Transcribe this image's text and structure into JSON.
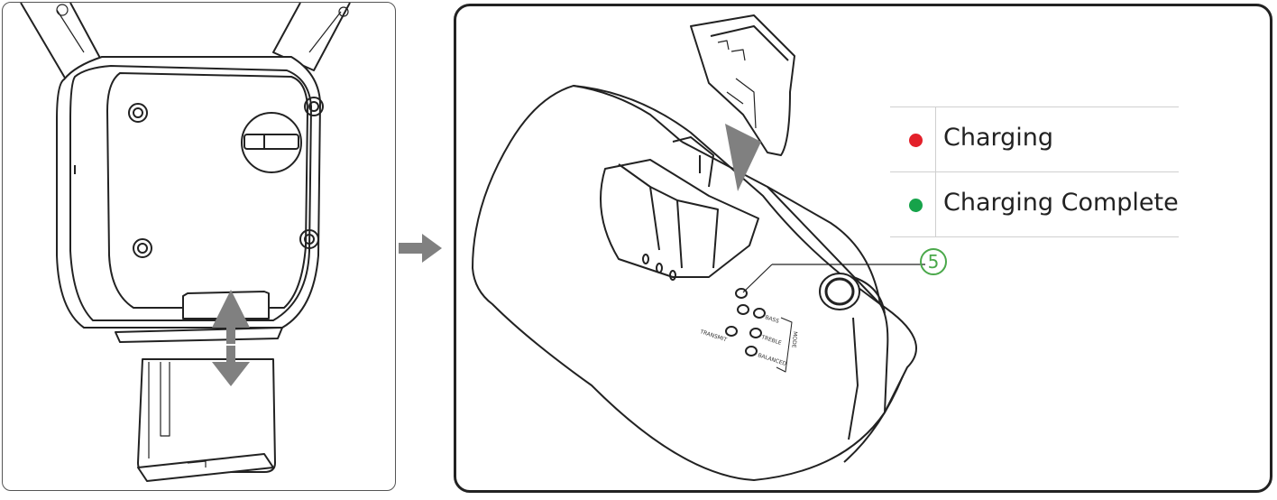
{
  "legend": {
    "items": [
      {
        "label": "Charging",
        "color": "#e3202a"
      },
      {
        "label": "Charging Complete",
        "color": "#16a34a"
      }
    ]
  },
  "callout": {
    "number": "5",
    "color": "#4aa84a"
  },
  "base_labels": {
    "transmit": "TRANSMIT",
    "bass": "BASS",
    "treble": "TREBLE",
    "balanced": "BALANCED",
    "mode": "MODE"
  },
  "arrow_color": "#808080"
}
